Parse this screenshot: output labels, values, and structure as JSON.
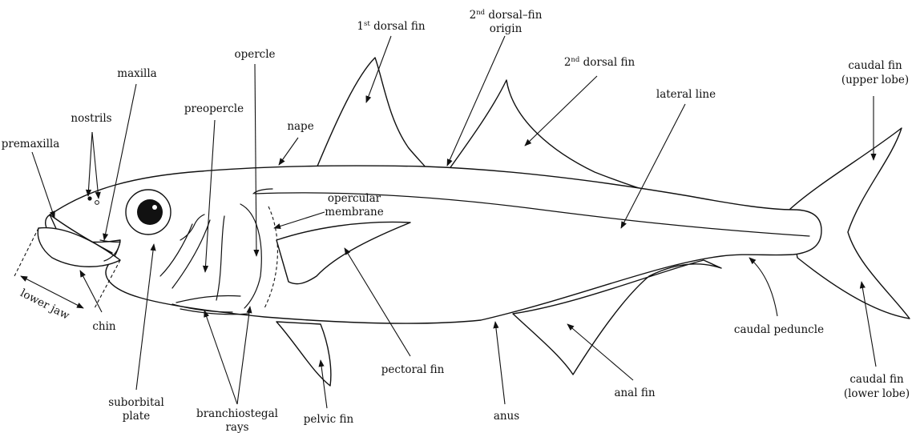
{
  "labels": {
    "premaxilla": "premaxilla",
    "nostrils": "nostrils",
    "maxilla": "maxilla",
    "preopercle": "preopercle",
    "opercle": "opercle",
    "nape": "nape",
    "first_dorsal_num": "1",
    "first_dorsal_sup": "st",
    "first_dorsal_text": " dorsal fin",
    "second_dorsal_origin_num": "2",
    "second_dorsal_origin_sup": "nd",
    "second_dorsal_origin_text": " dorsal–fin",
    "second_dorsal_origin_line2": "origin",
    "second_dorsal_num": "2",
    "second_dorsal_sup": "nd",
    "second_dorsal_text": " dorsal fin",
    "lateral_line": "lateral line",
    "caudal_upper_1": "caudal fin",
    "caudal_upper_2": "(upper lobe)",
    "opercular_1": "opercular",
    "opercular_2": "membrane",
    "lower_jaw": "lower jaw",
    "chin": "chin",
    "suborbital_1": "suborbital",
    "suborbital_2": "plate",
    "branchiostegal_1": "branchiostegal",
    "branchiostegal_2": "rays",
    "pelvic_fin": "pelvic fin",
    "pectoral_fin": "pectoral fin",
    "anus": "anus",
    "anal_fin": "anal fin",
    "caudal_peduncle": "caudal peduncle",
    "caudal_lower_1": "caudal fin",
    "caudal_lower_2": "(lower lobe)"
  }
}
